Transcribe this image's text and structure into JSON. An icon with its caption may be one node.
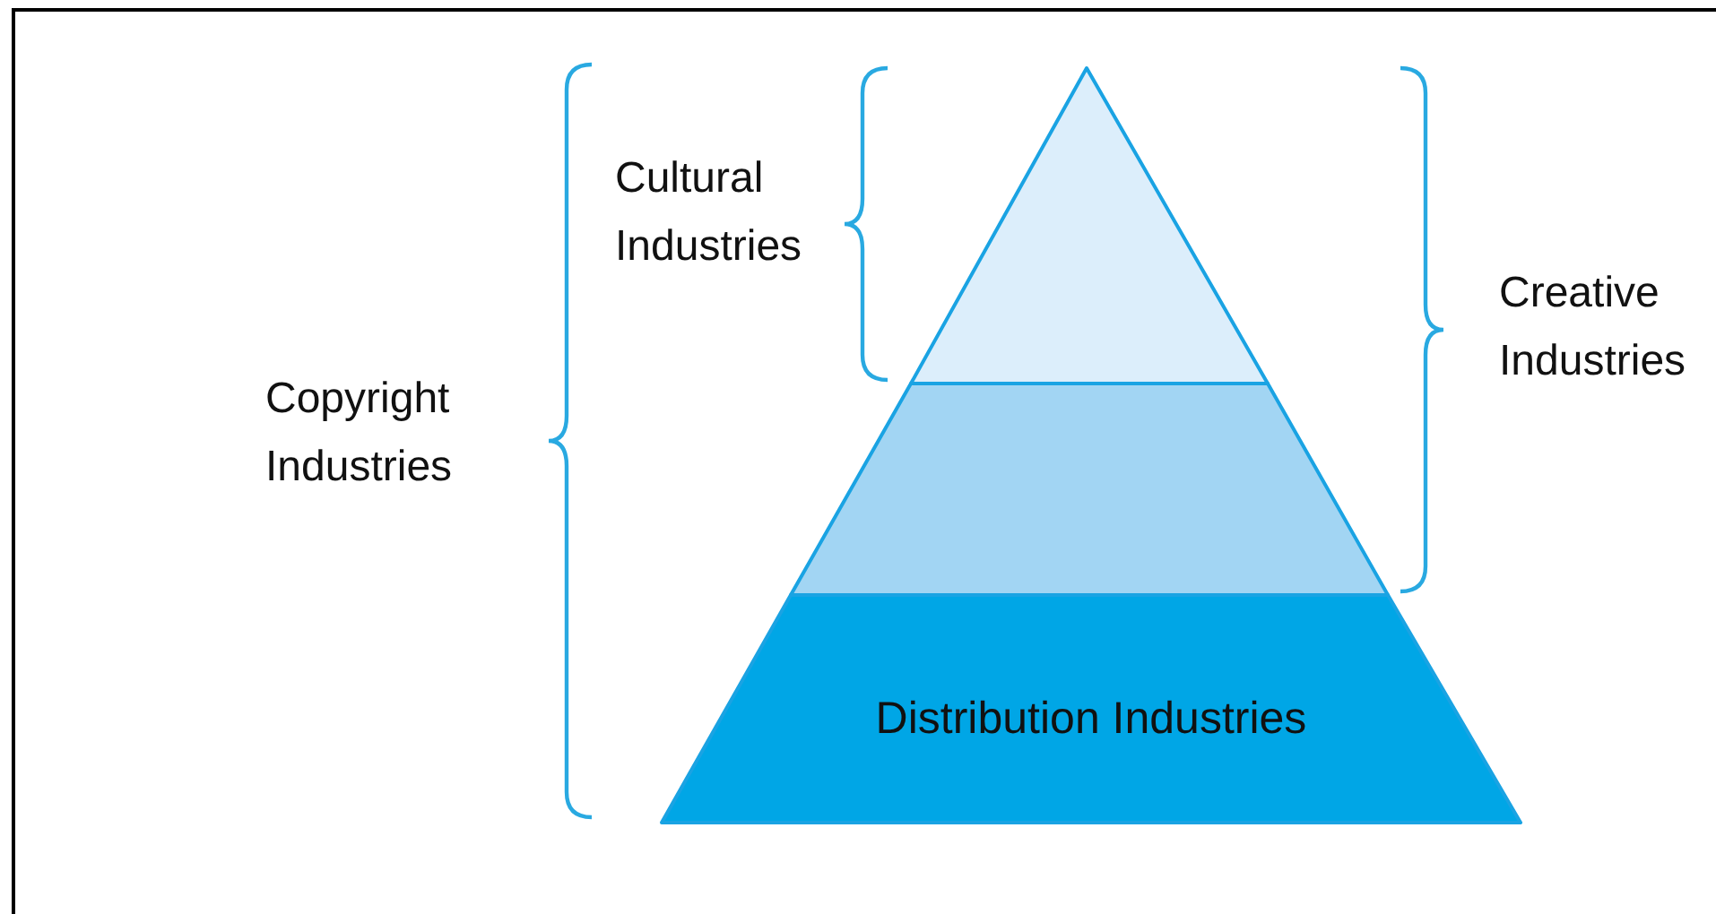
{
  "diagram": {
    "nodes": [
      {
        "text": [],
        "shape": "triangle"
      },
      {
        "text": [],
        "shape": "trapezoid"
      },
      {
        "text": [
          "Distribution Industries"
        ]
      }
    ],
    "edges": [],
    "labels": [
      "Cultural Industries",
      "Creative Industries",
      "Copyright Industries"
    ]
  }
}
